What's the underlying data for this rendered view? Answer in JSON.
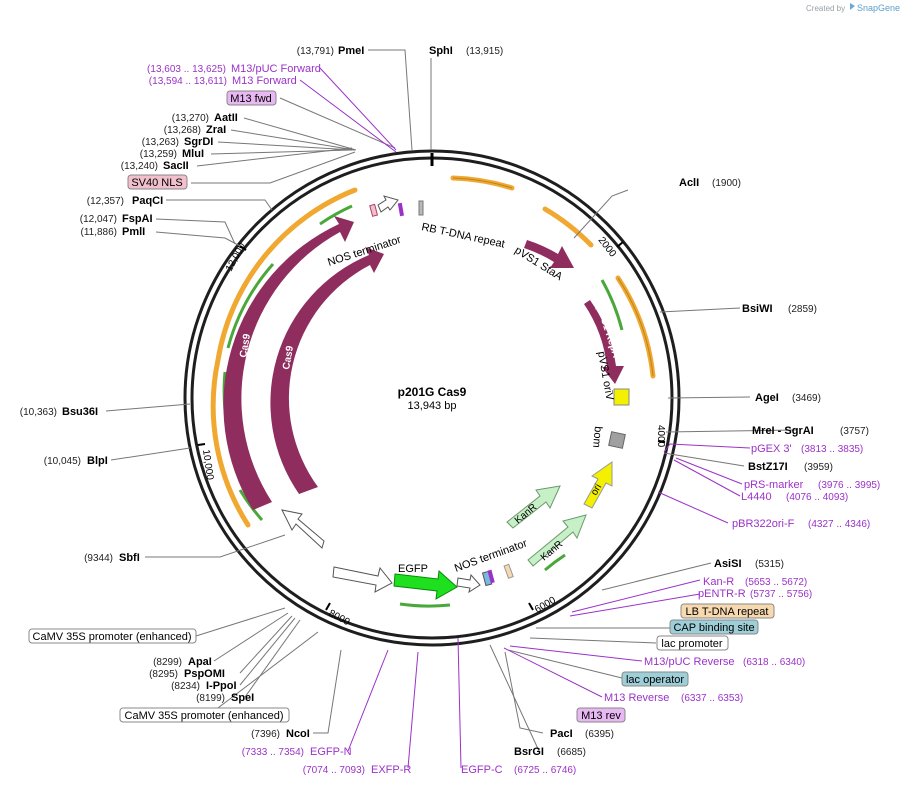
{
  "watermark": "Created by",
  "brand": "SnapGene",
  "plasmid": {
    "name": "p201G Cas9",
    "length": "13,943 bp"
  },
  "ticks": [
    "2000",
    "4000",
    "6000",
    "8000",
    "10,000",
    "12,000"
  ],
  "enzymes": [
    {
      "num": "(13,791)",
      "name": "PmeI"
    },
    {
      "num": "(13,915)",
      "name": "SphI"
    },
    {
      "num": "(13,270)",
      "name": "AatII"
    },
    {
      "num": "(13,268)",
      "name": "ZraI"
    },
    {
      "num": "(13,263)",
      "name": "SgrDI"
    },
    {
      "num": "(13,259)",
      "name": "MluI"
    },
    {
      "num": "(13,240)",
      "name": "SacII"
    },
    {
      "num": "(12,357)",
      "name": "PaqCI"
    },
    {
      "num": "(12,047)",
      "name": "FspAI"
    },
    {
      "num": "(11,886)",
      "name": "PmlI"
    },
    {
      "num": "(10,363)",
      "name": "Bsu36I"
    },
    {
      "num": "(10,045)",
      "name": "BlpI"
    },
    {
      "num": "(9344)",
      "name": "SbfI"
    },
    {
      "num": "(8299)",
      "name": "ApaI"
    },
    {
      "num": "(8295)",
      "name": "PspOMI"
    },
    {
      "num": "(8234)",
      "name": "I-PpoI"
    },
    {
      "num": "(8199)",
      "name": "SpeI"
    },
    {
      "num": "(7396)",
      "name": "NcoI"
    },
    {
      "num": "(1900)",
      "name": "AclI"
    },
    {
      "num": "(2859)",
      "name": "BsiWI"
    },
    {
      "num": "(3469)",
      "name": "AgeI"
    },
    {
      "num": "(3757)",
      "name": "MreI - SgrAI"
    },
    {
      "num": "(3959)",
      "name": "BstZ17I"
    },
    {
      "num": "(5315)",
      "name": "AsiSI"
    },
    {
      "num": "(6395)",
      "name": "PacI"
    },
    {
      "num": "(6685)",
      "name": "BsrGI"
    }
  ],
  "primers": [
    {
      "num": "(13,603 .. 13,625)",
      "name": "M13/pUC Forward"
    },
    {
      "num": "(13,594 .. 13,611)",
      "name": "M13 Forward"
    },
    {
      "num": "(3813 .. 3835)",
      "name": "pGEX 3'"
    },
    {
      "num": "(3976 .. 3995)",
      "name": "pRS-marker"
    },
    {
      "num": "(4076 .. 4093)",
      "name": "L4440"
    },
    {
      "num": "(4327 .. 4346)",
      "name": "pBR322ori-F"
    },
    {
      "num": "(5653 .. 5672)",
      "name": "Kan-R"
    },
    {
      "num": "(5737 .. 5756)",
      "name": "pENTR-R"
    },
    {
      "num": "(6318 .. 6340)",
      "name": "M13/pUC Reverse"
    },
    {
      "num": "(6337 .. 6353)",
      "name": "M13 Reverse"
    },
    {
      "num": "(7333 .. 7354)",
      "name": "EGFP-N"
    },
    {
      "num": "(7074 .. 7093)",
      "name": "EXFP-R"
    },
    {
      "num": "(6725 .. 6746)",
      "name": "EGFP-C"
    }
  ],
  "boxed_features": [
    {
      "label": "M13 fwd",
      "color": "#e8b8f2"
    },
    {
      "label": "SV40 NLS",
      "color": "#f2c0cc"
    },
    {
      "label": "CaMV 35S promoter (enhanced)",
      "color": "#ffffff"
    },
    {
      "label": "CaMV 35S promoter (enhanced)",
      "color": "#ffffff"
    },
    {
      "label": "LB T-DNA repeat",
      "color": "#f7d9b0"
    },
    {
      "label": "CAP binding site",
      "color": "#9ecfd8"
    },
    {
      "label": "lac promoter",
      "color": "#ffffff"
    },
    {
      "label": "lac operator",
      "color": "#9ecfd8"
    },
    {
      "label": "M13 rev",
      "color": "#e8b8f2"
    }
  ],
  "map_labels": [
    "NOS terminator",
    "RB T-DNA repeat",
    "pVS1 StaA",
    "pVS1 RepA",
    "pVS1 oriV",
    "bom",
    "ori",
    "KanR",
    "KanR",
    "NOS terminator",
    "EGFP",
    "Cas9",
    "Cas9"
  ],
  "colors": {
    "cas9": "#8f2d5f",
    "egfp": "#1ee01e",
    "ori": "#f3f000",
    "kanr": "#c8f0c8",
    "orange": "#f0a830",
    "primer": "#9b32c8",
    "bb": "#1e1e1e"
  }
}
